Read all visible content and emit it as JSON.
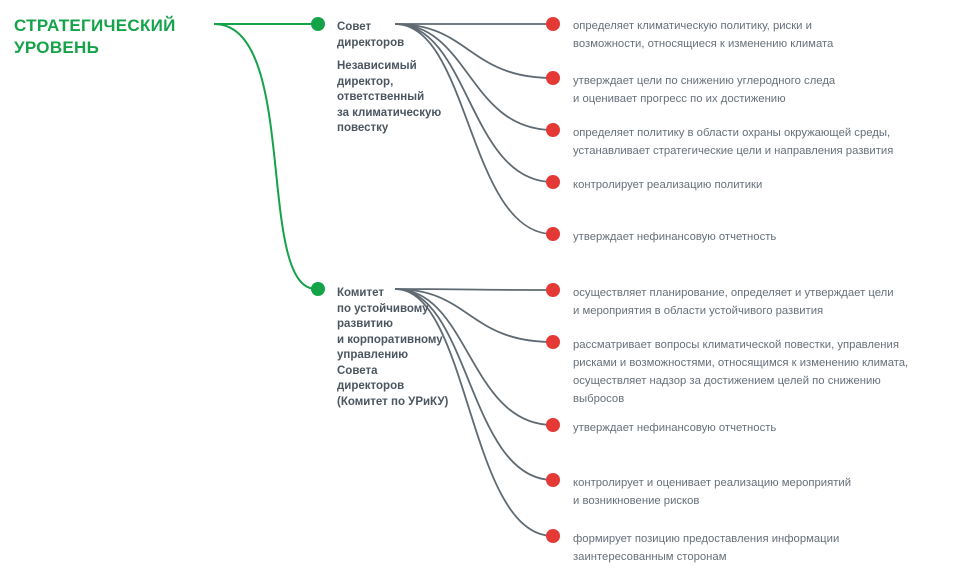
{
  "colors": {
    "accent_green": "#15a34a",
    "bullet_red": "#e53935",
    "connector_gray": "#5f6a72",
    "text_dark": "#4b5660",
    "text_light": "#66707a"
  },
  "title": {
    "lines": [
      "СТРАТЕГИЧЕСКИЙ",
      "УРОВЕНЬ"
    ]
  },
  "board": {
    "name_lines": [
      "Совет",
      "директоров"
    ],
    "role_lines": [
      "Независимый",
      "директор,",
      "ответственный",
      "за климатическую",
      "повестку"
    ],
    "items": [
      {
        "lines": [
          "определяет климатическую политику, риски и",
          "возможности, относящиеся к изменению климата"
        ]
      },
      {
        "lines": [
          "утверждает цели по снижению углеродного следа",
          "и оценивает прогресс по их достижению"
        ]
      },
      {
        "lines": [
          "определяет политику в области охраны окружающей среды,",
          "устанавливает стратегические цели и направления развития"
        ]
      },
      {
        "lines": [
          "контролирует реализацию политики"
        ]
      },
      {
        "lines": [
          "утверждает нефинансовую отчетность"
        ]
      }
    ]
  },
  "committee": {
    "name_lines": [
      "Комитет",
      "по устойчивому",
      "развитию",
      "и корпоративному",
      "управлению",
      "Совета",
      "директоров",
      "(Комитет по УРиКУ)"
    ],
    "items": [
      {
        "lines": [
          "осуществляет планирование, определяет и утверждает цели",
          "и мероприятия в области устойчивого развития"
        ]
      },
      {
        "lines": [
          "рассматривает вопросы климатической повестки, управления",
          "рисками и возможностями, относящимся к изменению климата,",
          "осуществляет надзор за достижением целей по снижению",
          "выбросов"
        ]
      },
      {
        "lines": [
          "утверждает нефинансовую отчетность"
        ]
      },
      {
        "lines": [
          "контролирует и оценивает реализацию мероприятий",
          "и возникновение рисков"
        ]
      },
      {
        "lines": [
          "формирует позицию предоставления информации",
          "заинтересованным сторонам"
        ]
      }
    ]
  }
}
